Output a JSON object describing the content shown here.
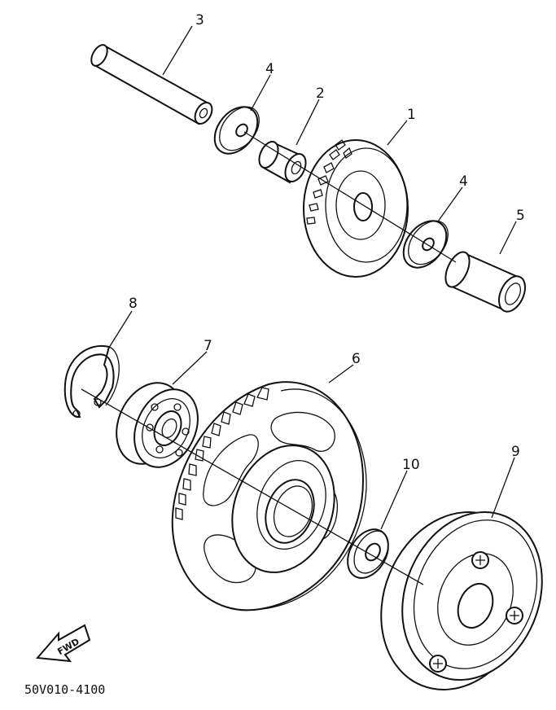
{
  "diagram": {
    "parts": [
      {
        "id": "part-3",
        "label": "3"
      },
      {
        "id": "part-4a",
        "label": "4"
      },
      {
        "id": "part-2",
        "label": "2"
      },
      {
        "id": "part-1",
        "label": "1"
      },
      {
        "id": "part-4b",
        "label": "4"
      },
      {
        "id": "part-5",
        "label": "5"
      },
      {
        "id": "part-8",
        "label": "8"
      },
      {
        "id": "part-7",
        "label": "7"
      },
      {
        "id": "part-6",
        "label": "6"
      },
      {
        "id": "part-10",
        "label": "10"
      },
      {
        "id": "part-9",
        "label": "9"
      }
    ],
    "fwd_label": "FWD",
    "code": "50V010-4100"
  }
}
